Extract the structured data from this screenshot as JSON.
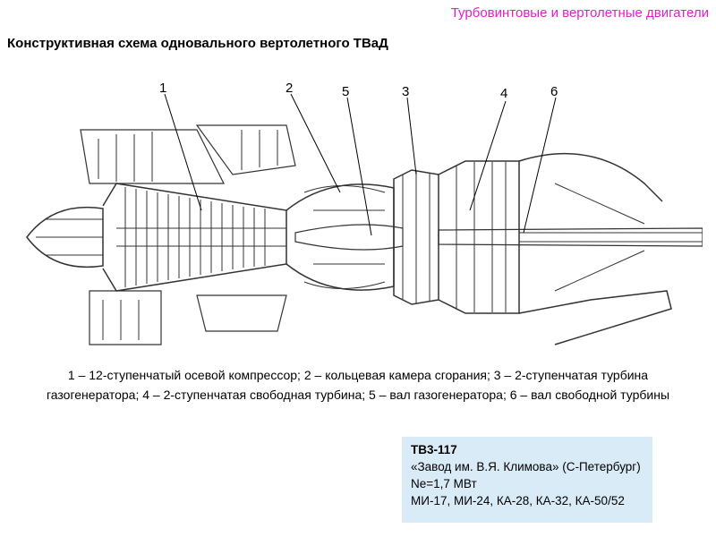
{
  "header": {
    "section_title": "Турбовинтовые и вертолетные двигатели"
  },
  "slide": {
    "title": "Конструктивная схема одновального вертолетного ТВаД"
  },
  "diagram": {
    "callouts": [
      "1",
      "2",
      "5",
      "3",
      "4",
      "6"
    ]
  },
  "caption": {
    "line1": "1 – 12-ступенчатый осевой компрессор; 2 – кольцевая камера сгорания; 3 – 2-ступенчатая турбина",
    "line2": "газогенератора; 4 – 2-ступенчатая свободная турбина; 5 – вал газогенератора; 6 – вал свободной турбины"
  },
  "info": {
    "model": "ТВ3-117",
    "maker": "«Завод им. В.Я. Климова» (С-Петербург)",
    "power": "Ne=1,7 МВт",
    "aircraft": "МИ-17, МИ-24, КА-28, КА-32, КА-50/52"
  },
  "colors": {
    "section_title": "#e020c8",
    "info_bg": "#d8ebf7"
  }
}
